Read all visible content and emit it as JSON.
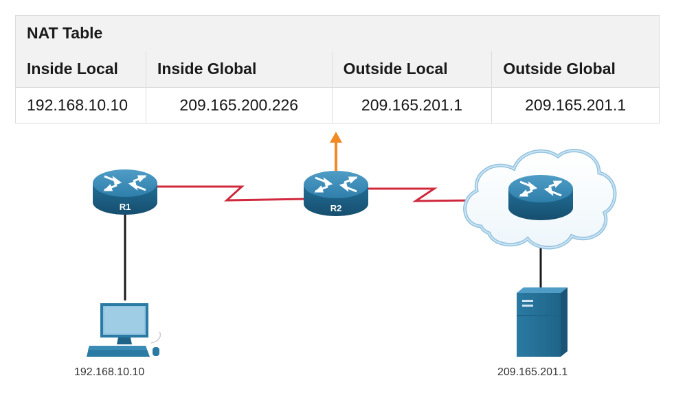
{
  "nat_table": {
    "title": "NAT Table",
    "columns": [
      "Inside Local",
      "Inside Global",
      "Outside Local",
      "Outside Global"
    ],
    "rows": [
      [
        "192.168.10.10",
        "209.165.200.226",
        "209.165.201.1",
        "209.165.201.1"
      ]
    ]
  },
  "devices": {
    "r1": {
      "label": "R1"
    },
    "r2": {
      "label": "R2"
    },
    "pc": {
      "address": "192.168.10.10"
    },
    "server": {
      "address": "209.165.201.1"
    }
  },
  "colors": {
    "router": "#2e7ea8",
    "serial_link": "#d0283c",
    "ethernet_link": "#1a1a1a",
    "arrow": "#f08a24",
    "cloud_outline": "#8fc1df",
    "device": "#2a7aa3"
  },
  "icons": [
    "router-icon",
    "pc-icon",
    "server-icon",
    "cloud-icon",
    "up-arrow-icon"
  ]
}
